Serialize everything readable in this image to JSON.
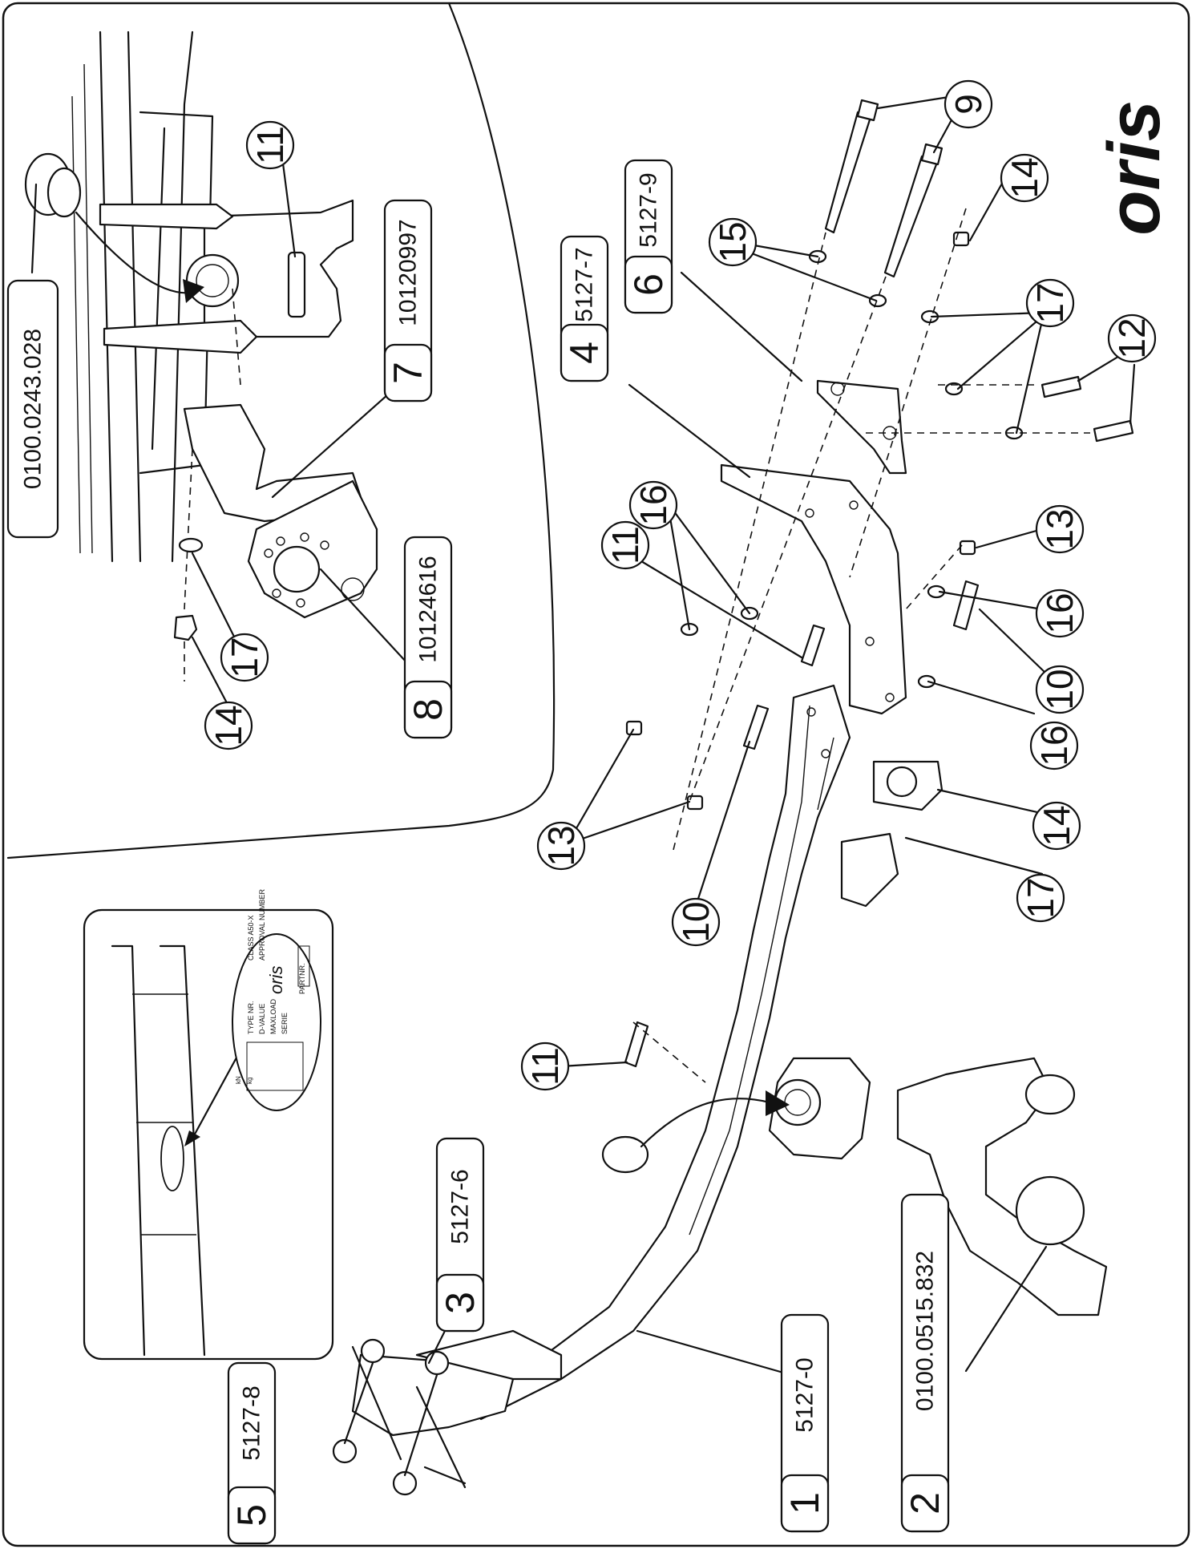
{
  "brand": "oris",
  "callouts": [
    "11",
    "9",
    "14",
    "15",
    "17",
    "12",
    "13",
    "16",
    "10",
    "16",
    "16",
    "13",
    "11",
    "10",
    "14",
    "17",
    "11",
    "17",
    "14"
  ],
  "labels": {
    "seal_kit": "0100.0243.028",
    "part7_num": "7",
    "part7_code": "10120997",
    "part8_num": "8",
    "part8_code": "10124616",
    "part4_num": "4",
    "part4_code": "5127-7",
    "part6_num": "6",
    "part6_code": "5127-9",
    "part3_num": "3",
    "part3_code": "5127-6",
    "part5_num": "5",
    "part5_code": "5127-8",
    "part1_num": "1",
    "part1_code": "5127-0",
    "part2_num": "2",
    "part2_code": "0100.0515.832"
  },
  "plate": {
    "class": "CLASS A50-X",
    "approval": "APPROVAL NUMBER",
    "type": "TYPE NR.",
    "dvalue": "D-VALUE",
    "maxload": "MAXLOAD",
    "serie": "SERIE",
    "partnr": "PARTNR.",
    "unit_kn": "kN",
    "unit_kg": "kg",
    "logo": "oris"
  }
}
